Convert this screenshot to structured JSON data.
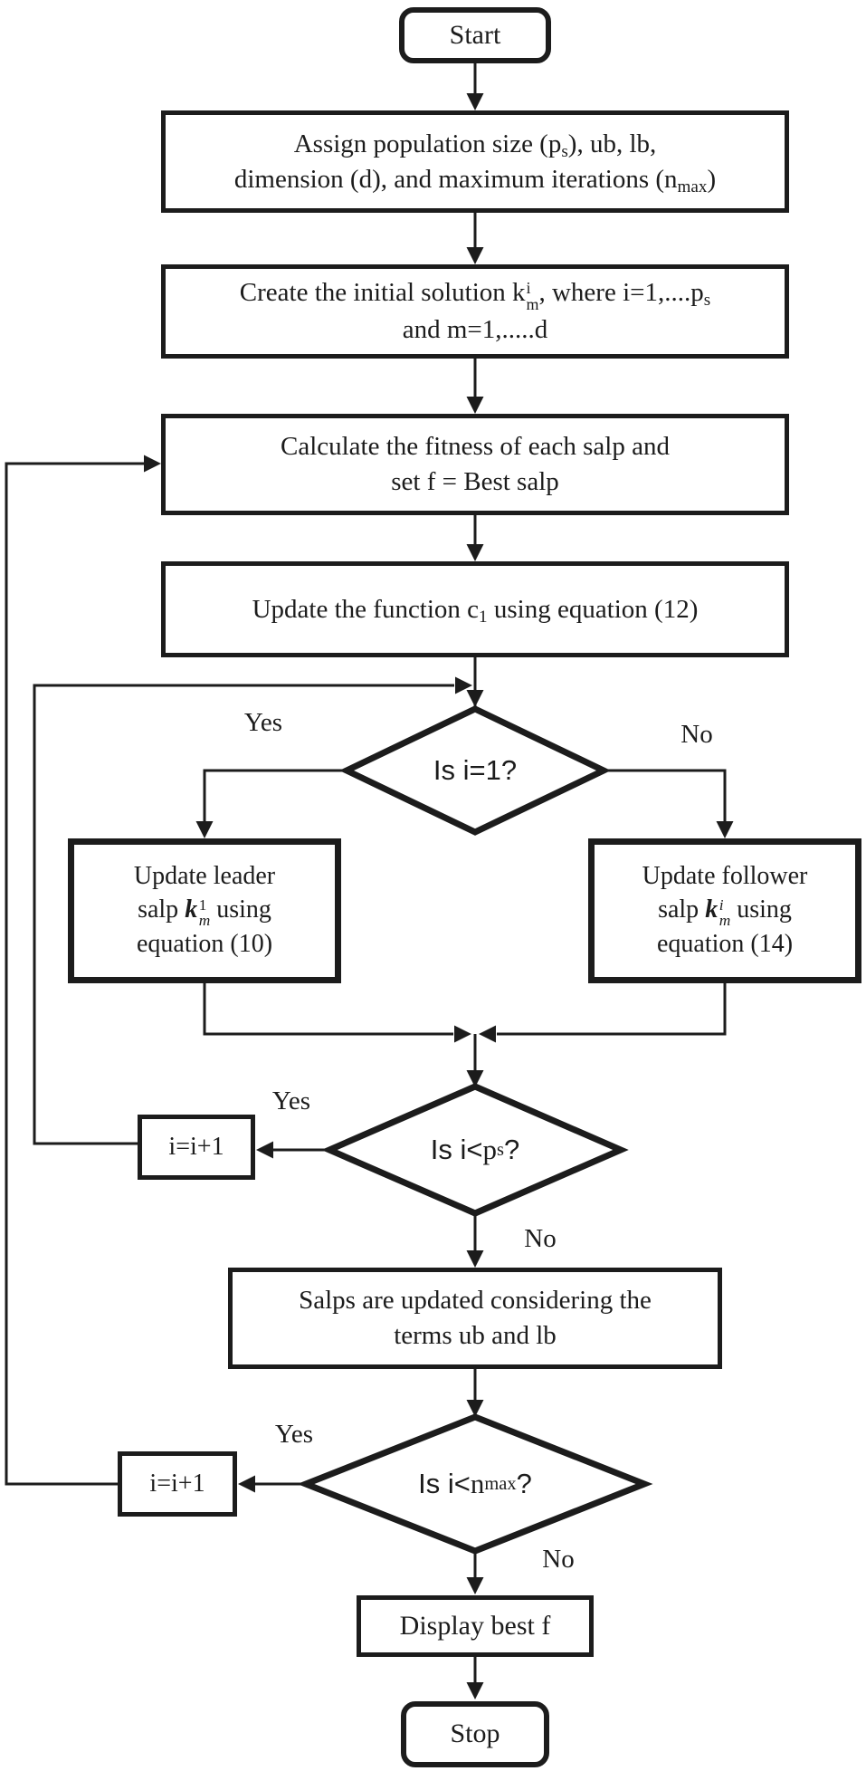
{
  "colors": {
    "ink": "#1c1c1c",
    "background": "#ffffff"
  },
  "nodes": {
    "start": {
      "label": "Start"
    },
    "assign": {
      "l1a": "Assign  population size (p",
      "l1sub": "s",
      "l1b": "), ub, lb,",
      "l2a": "dimension (d), and maximum iterations (n",
      "l2sub": "max",
      "l2b": ")"
    },
    "create": {
      "l1a": "Create the initial solution k",
      "sup": "i",
      "sub": "m",
      "l1b": ", where i=1,....p",
      "l1sub": "s",
      "l2": "and m=1,.....d"
    },
    "fitness": {
      "l1": "Calculate the fitness of each salp and",
      "l2": "set f = Best salp"
    },
    "update_c1": {
      "a": "Update the function c",
      "sub": "1",
      "b": " using equation (12)"
    },
    "decision1": {
      "q": "Is i=1?"
    },
    "leader": {
      "l1": "Update leader",
      "l2a": "salp ",
      "k": "k",
      "sup": "1",
      "sub": "m",
      "l2b": " using",
      "l3": "equation (10)"
    },
    "follower": {
      "l1": "Update follower",
      "l2a": "salp ",
      "k": "k",
      "sup": "i",
      "sub": "m",
      "l2b": " using",
      "l3": "equation (14)"
    },
    "decision2": {
      "qa": "Is i<",
      "qb": " p",
      "qsub": "s",
      "qc": "?"
    },
    "increment1": {
      "label": "i=i+1"
    },
    "bounds": {
      "l1": "Salps are updated considering the",
      "l2": "terms ub and lb"
    },
    "decision3": {
      "qa": "Is i<",
      "qb": " n",
      "qsub": "max",
      "qc": "?"
    },
    "increment2": {
      "label": "i=i+1"
    },
    "display": {
      "label": "Display best f"
    },
    "stop": {
      "label": "Stop"
    }
  },
  "labels": {
    "d1_yes": "Yes",
    "d1_no": "No",
    "d2_yes": "Yes",
    "d2_no": "No",
    "d3_yes": "Yes",
    "d3_no": "No"
  }
}
